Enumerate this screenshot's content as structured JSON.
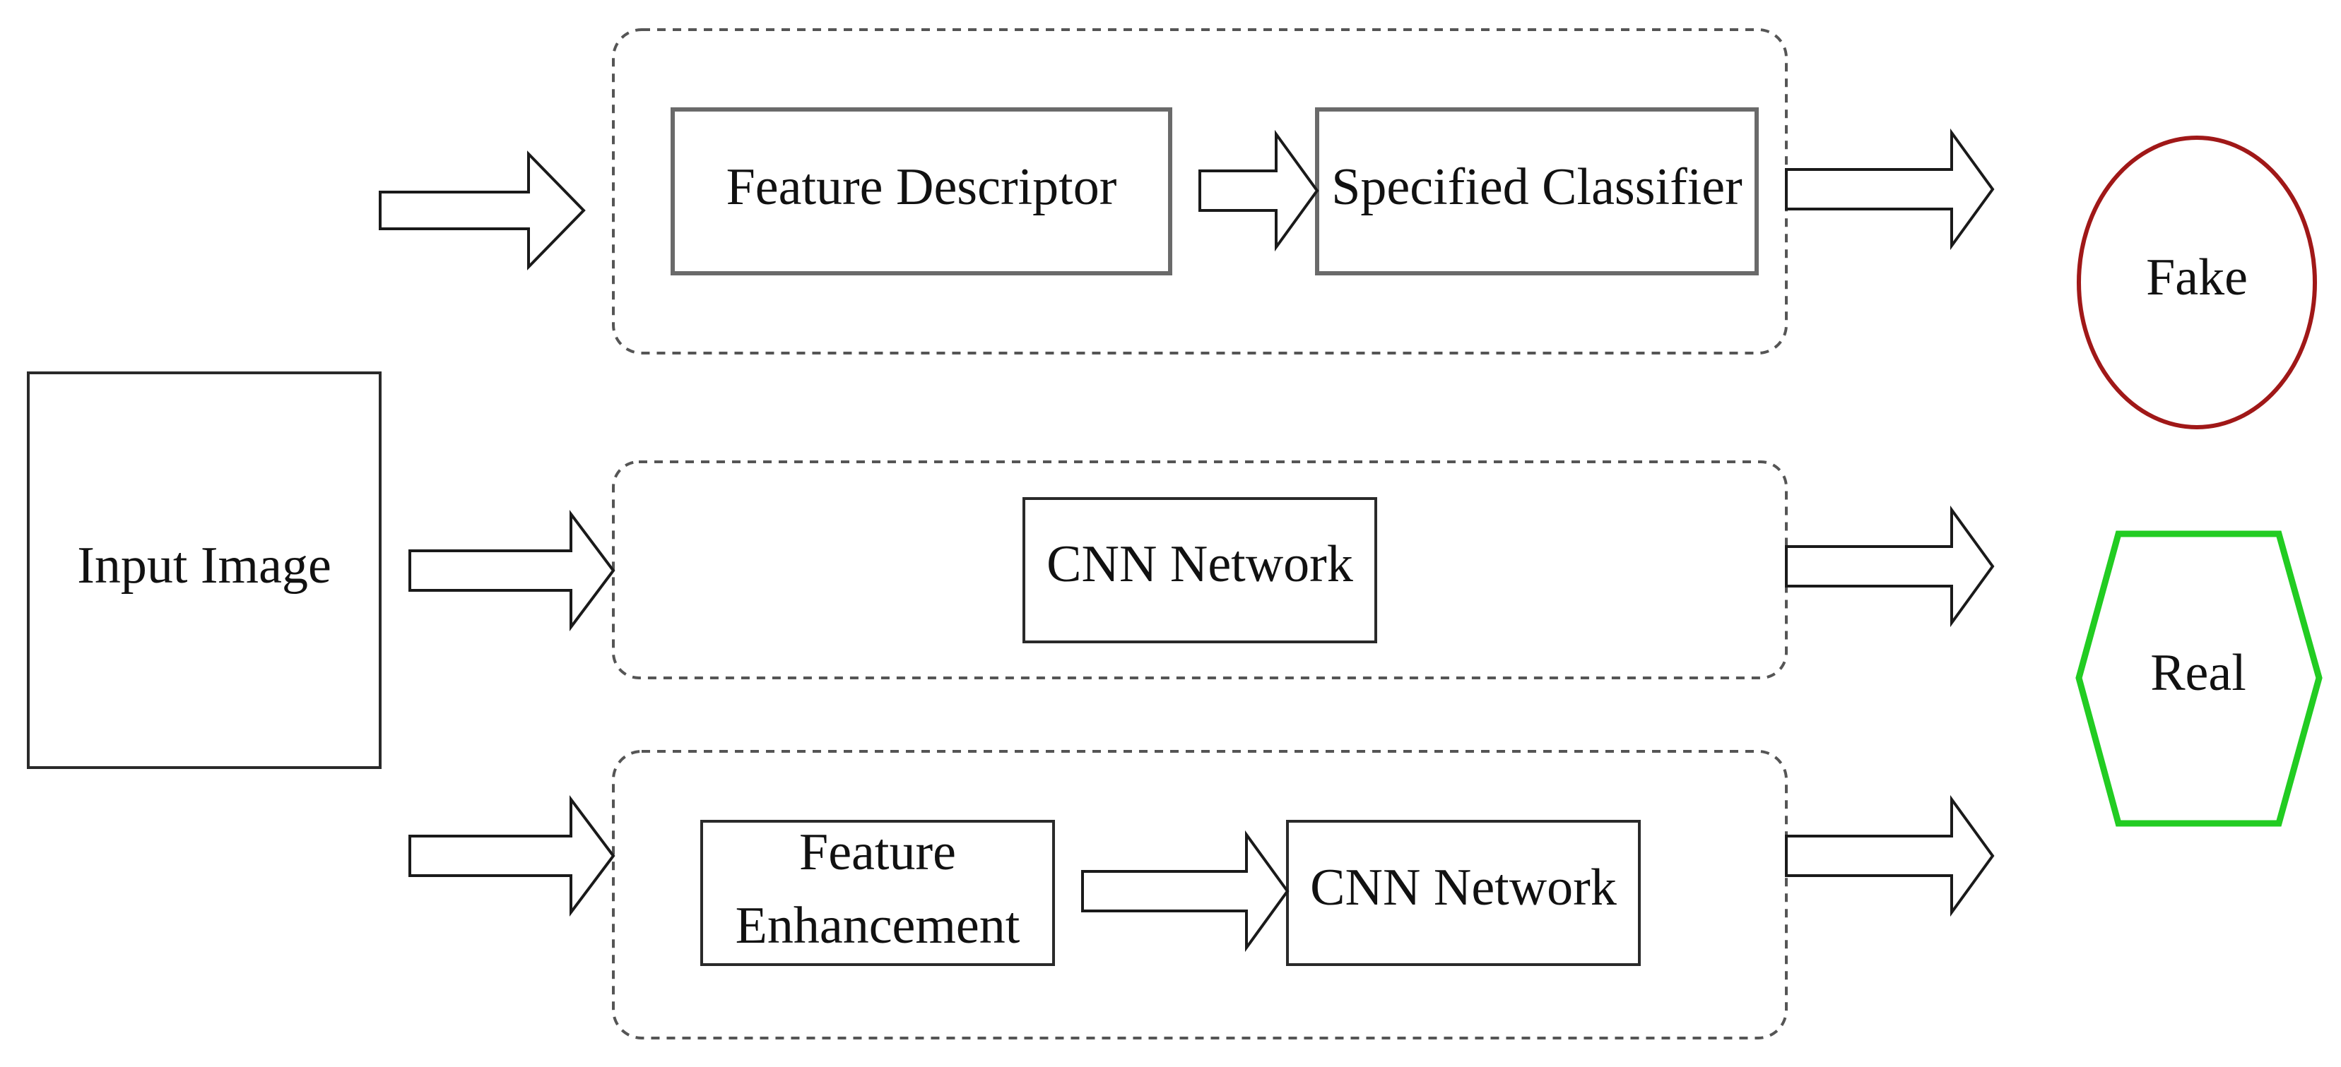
{
  "diagram": {
    "input": {
      "label": "Input Image"
    },
    "branches": [
      {
        "boxes": [
          "Feature Descriptor",
          "Specified Classifier"
        ]
      },
      {
        "boxes": [
          "CNN Network"
        ]
      },
      {
        "boxes": [
          "Feature Enhancement",
          "CNN Network"
        ]
      }
    ],
    "outputs": [
      {
        "label": "Fake",
        "shape": "ellipse",
        "color": "#a01818"
      },
      {
        "label": "Real",
        "shape": "hexagon",
        "color": "#22cc22"
      }
    ]
  }
}
